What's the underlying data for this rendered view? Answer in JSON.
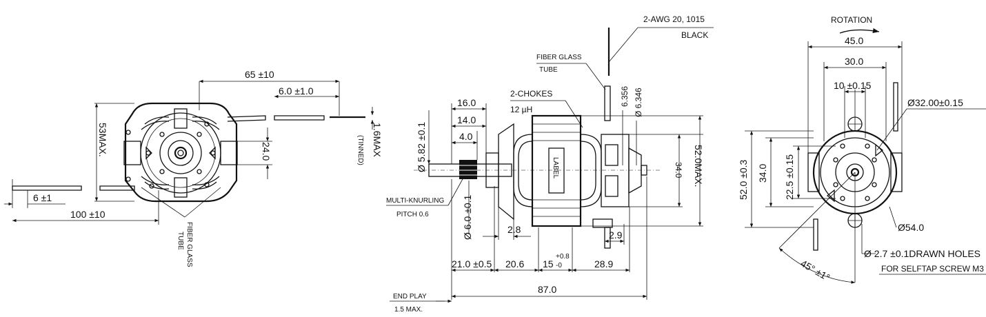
{
  "left_view": {
    "dim_lead_length": "65 ±10",
    "dim_strip": "6.0 ±1.0",
    "dim_height": "53MAX.",
    "dim_24": "24.0",
    "dim_thick": "1.6MAX",
    "dim_thick_note": "(TINNED)",
    "dim_strip_left": "6 ±1",
    "dim_lead_left": "100 ±10",
    "tube_label": "FIBER GLASS",
    "tube_label2": "TUBE"
  },
  "middle_view": {
    "wire_spec": "2-AWG 20, 1015",
    "wire_color": "BLACK",
    "tube_label": "FIBER GLASS",
    "tube_label2": "TUBE",
    "chokes": "2-CHOKES",
    "chokes_value": "12 µH",
    "dim_16": "16.0",
    "dim_14": "14.0",
    "dim_4": "4.0",
    "dim_582": "Ø 5.82 ±0.1",
    "dim_6356": "6.356",
    "dim_6346": "Ø 6.346",
    "dim_34": "34.0",
    "dim_52max": "52.0MAX.",
    "knurl": "MULTI-KNURLING",
    "pitch": "PITCH 0.6",
    "dim_60": "Ø 6.0 ±0.1",
    "dim_28": "2.8",
    "dim_29": "2.9",
    "dim_210": "21.0 ±0.5",
    "dim_206": "20.6",
    "dim_15": "15",
    "dim_15_tol_up": "+0.8",
    "dim_15_tol_dn": "-0",
    "dim_289": "28.9",
    "dim_87": "87.0",
    "end_play": "END PLAY",
    "end_play_max": "1.5 MAX.",
    "label": "LABEL"
  },
  "right_view": {
    "rotation": "ROTATION",
    "dim_45": "45.0",
    "dim_30": "30.0",
    "dim_10": "10 ±0.15",
    "dim_32": "Ø32.00±0.15",
    "dim_52": "52.0 ±0.3",
    "dim_34": "34.0",
    "dim_225": "22.5 ±0.15",
    "dim_54": "Ø54.0",
    "holes": "Ø 2.7 ±0.1DRAWN HOLES",
    "screw": "FOR SELFTAP SCREW M3",
    "angle": "45° ±1°"
  }
}
